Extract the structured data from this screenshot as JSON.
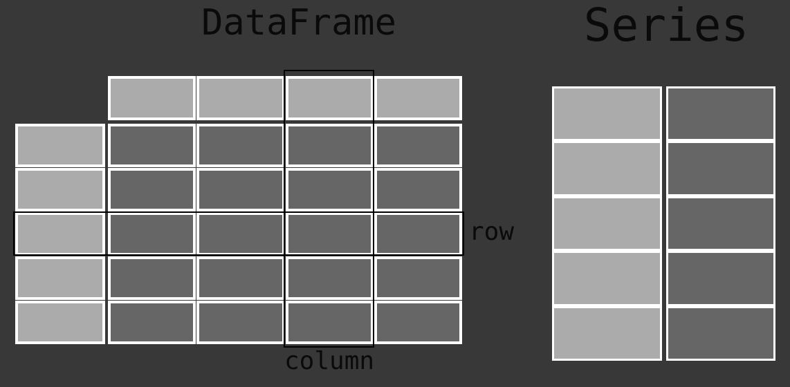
{
  "titles": {
    "dataframe": "DataFrame",
    "series": "Series"
  },
  "labels": {
    "row": "row",
    "column": "column"
  },
  "dataframe": {
    "header_cell_count": 4,
    "index_cell_count": 5,
    "grid_cell_count": 20,
    "column_count": 4,
    "row_count": 5,
    "highlighted_row_index": 3,
    "highlighted_column_index": 3
  },
  "series": {
    "index_cell_count": 5,
    "value_cell_count": 5
  },
  "colors": {
    "bg": "#383838",
    "light": "#ababab",
    "dark": "#666666",
    "border": "#ffffff",
    "outline": "#000000",
    "ink": "#0a0a0a"
  }
}
